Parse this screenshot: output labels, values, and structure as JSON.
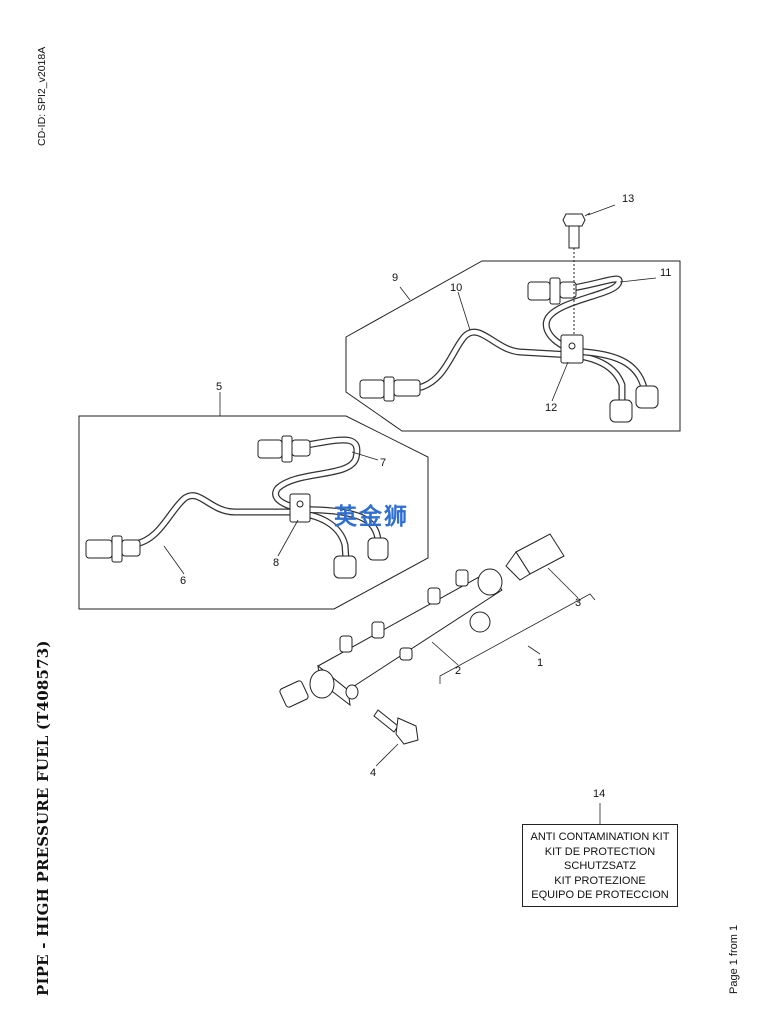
{
  "header": {
    "cd_id": "CD-ID: SPI2_v2018A"
  },
  "title": "PIPE - HIGH PRESSURE FUEL (T408573)",
  "page_number": "Page 1 from 1",
  "watermark": "英金狮",
  "callouts": [
    "1",
    "2",
    "3",
    "4",
    "5",
    "6",
    "7",
    "8",
    "9",
    "10",
    "11",
    "12",
    "13",
    "14"
  ],
  "kit": {
    "lines": [
      "ANTI CONTAMINATION KIT",
      "KIT DE PROTECTION",
      "SCHUTZSATZ",
      "KIT PROTEZIONE",
      "EQUIPO DE PROTECCION"
    ]
  }
}
